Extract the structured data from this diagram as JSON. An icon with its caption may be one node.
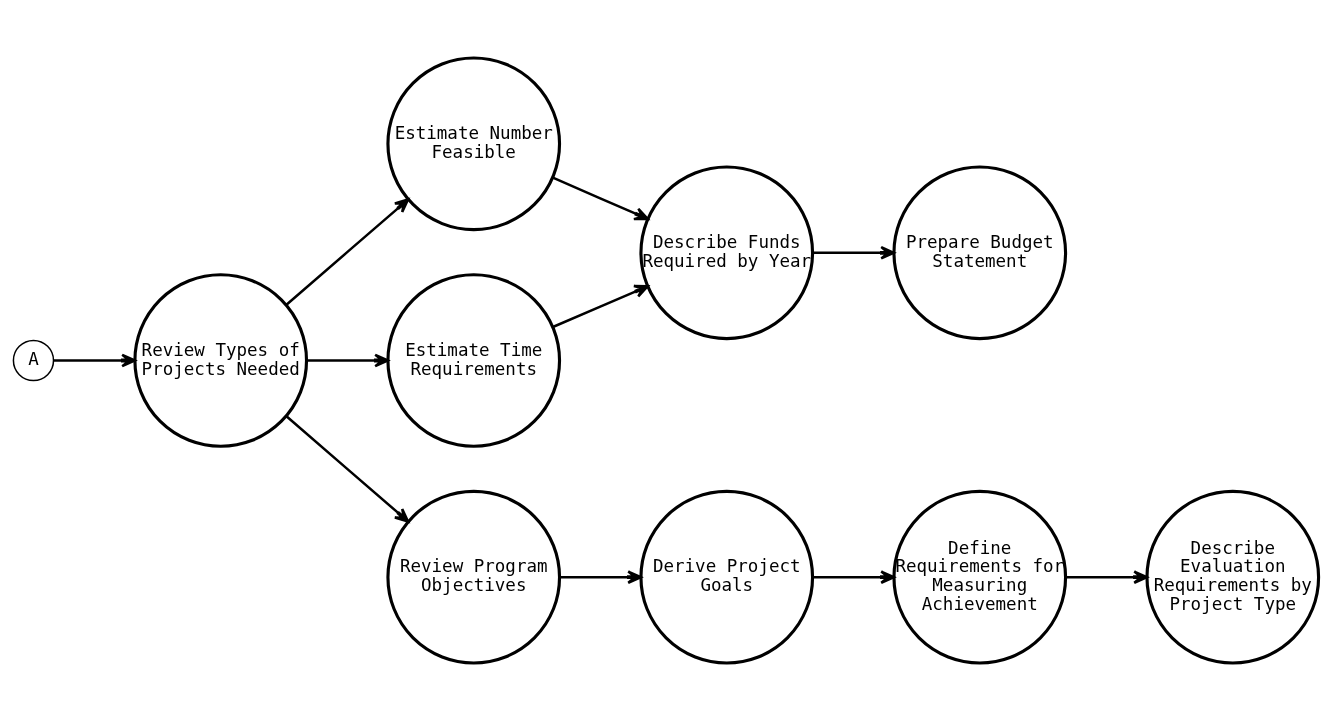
{
  "diagram": {
    "nodes": [
      {
        "text": [
          "A"
        ]
      },
      {
        "text": [
          "Review Types of Projects Needed"
        ]
      },
      {
        "text": [
          "Estimate Number Feasible"
        ]
      },
      {
        "text": [
          "Estimate Time Requirements"
        ]
      },
      {
        "text": [
          "Review Program Objectives"
        ]
      },
      {
        "text": [
          "Describe Funds Required by Year"
        ]
      },
      {
        "text": [
          "Prepare Budget Statement"
        ]
      },
      {
        "text": [
          "Derive Project Goals"
        ]
      },
      {
        "text": [
          "Define Requirements for Measuring Achievement"
        ]
      },
      {
        "text": [
          "Describe Evaluation Requirements by Project Type"
        ]
      }
    ],
    "edges": [
      {
        "from": 0,
        "to": 1,
        "arrow": "to"
      },
      {
        "from": 1,
        "to": 2,
        "arrow": "to"
      },
      {
        "from": 1,
        "to": 3,
        "arrow": "to"
      },
      {
        "from": 1,
        "to": 4,
        "arrow": "to"
      },
      {
        "from": 2,
        "to": 5,
        "arrow": "to"
      },
      {
        "from": 3,
        "to": 5,
        "arrow": "to"
      },
      {
        "from": 5,
        "to": 6,
        "arrow": "to"
      },
      {
        "from": 4,
        "to": 7,
        "arrow": "to"
      },
      {
        "from": 7,
        "to": 8,
        "arrow": "to"
      },
      {
        "from": 8,
        "to": 9,
        "arrow": "to"
      }
    ]
  }
}
